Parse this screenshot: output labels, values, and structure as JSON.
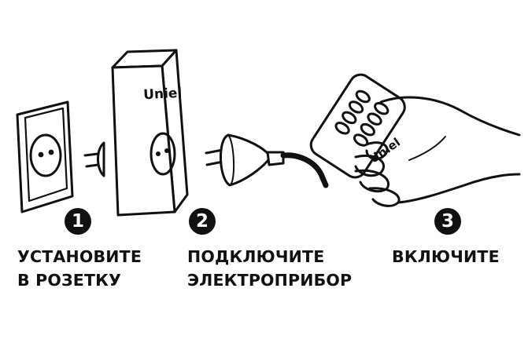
{
  "brand": {
    "socket_logo": "Uniel",
    "remote_logo": "Uniel"
  },
  "steps": [
    {
      "number": "1",
      "line1": "УСТАНОВИТЕ",
      "line2": "В РОЗЕТКУ"
    },
    {
      "number": "2",
      "line1": "ПОДКЛЮЧИТЕ",
      "line2": "ЭЛЕКТРОПРИБОР"
    },
    {
      "number": "3",
      "line1": "ВКЛЮЧИТЕ",
      "line2": ""
    }
  ],
  "icons": [
    "wall-socket-icon",
    "socket-adapter-icon",
    "plug-icon",
    "remote-in-hand-icon"
  ]
}
